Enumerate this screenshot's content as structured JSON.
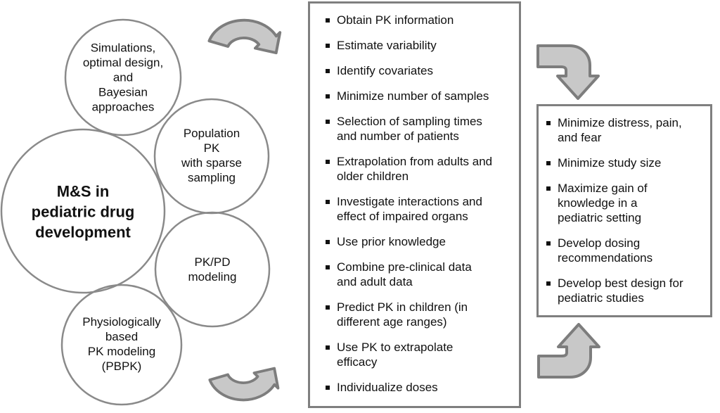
{
  "figure_title": "M&S in pediatric drug development diagram",
  "colors": {
    "background": "#ffffff",
    "text": "#111111",
    "circle_stroke": "#8a8a8a",
    "box_border": "#7f7f7f",
    "arrow_fill": "#c8c8c8",
    "arrow_stroke": "#7d7d7d"
  },
  "circles": [
    {
      "name": "simulations-circle",
      "label": "Simulations,\noptimal design,\nand\nBayesian\napproaches"
    },
    {
      "name": "population-pk-circle",
      "label": "Population\nPK\nwith sparse\nsampling"
    },
    {
      "name": "ms-pediatric-circle",
      "label": "M&S in\npediatric drug\ndevelopment"
    },
    {
      "name": "pkpd-circle",
      "label": "PK/PD\nmodeling"
    },
    {
      "name": "pbpk-circle",
      "label": "Physiologically\nbased\nPK modeling\n(PBPK)"
    }
  ],
  "middle_box": {
    "items": [
      "Obtain PK information",
      "Estimate variability",
      "Identify covariates",
      "Minimize number of samples",
      "Selection of sampling times\nand number of patients",
      "Extrapolation from adults and\nolder children",
      "Investigate interactions and\neffect of impaired organs",
      "Use prior knowledge",
      "Combine pre-clinical data\nand adult data",
      "Predict PK in children (in\ndifferent age ranges)",
      "Use PK to extrapolate\nefficacy",
      "Individualize doses"
    ]
  },
  "right_box": {
    "items": [
      "Minimize distress, pain,\nand fear",
      "Minimize study size",
      "Maximize gain of\nknowledge in a\npediatric setting",
      "Develop dosing\nrecommendations",
      "Develop best design for\npediatric studies"
    ]
  },
  "icons": [
    {
      "name": "curved-arrow-top-left-icon",
      "meaning": "curved arrow from circles to middle box (points down-right)"
    },
    {
      "name": "curved-arrow-bottom-left-icon",
      "meaning": "curved arrow from circles to middle box (points up-right)"
    },
    {
      "name": "elbow-arrow-top-right-icon",
      "meaning": "bent arrow from middle box down into right box"
    },
    {
      "name": "elbow-arrow-bottom-right-icon",
      "meaning": "bent arrow from middle box up into right box"
    }
  ]
}
